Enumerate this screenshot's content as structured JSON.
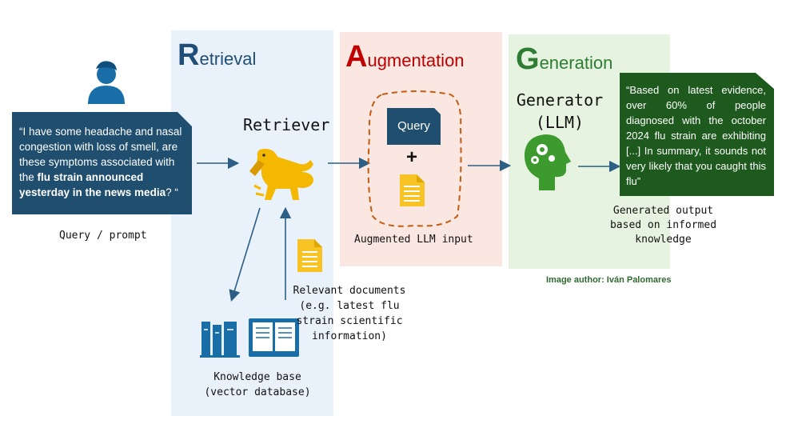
{
  "stages": {
    "retrieval": {
      "initial": "R",
      "rest": "etrieval",
      "color": "#1f4e79",
      "bg": "#e9f1fa"
    },
    "augmentation": {
      "initial": "A",
      "rest": "ugmentation",
      "color": "#c00000",
      "bg": "#fbe7e1"
    },
    "generation": {
      "initial": "G",
      "rest": "eneration",
      "color": "#2e7d32",
      "bg": "#e6f3e0"
    }
  },
  "query_bubble": {
    "text_part1": "“I have some headache and nasal congestion with loss of smell, are these symptoms associated with the ",
    "text_bold": "flu strain announced yesterday in the news media",
    "text_part2": "? “",
    "bg": "#1f4e6e"
  },
  "labels": {
    "query_prompt": "Query / prompt",
    "retriever": "Retriever",
    "knowledge_base_line1": "Knowledge base",
    "knowledge_base_line2": "(vector database)",
    "relevant_docs_line1": "Relevant documents",
    "relevant_docs_line2": "(e.g. latest flu",
    "relevant_docs_line3": "strain scientific",
    "relevant_docs_line4": "information)",
    "query_box": "Query",
    "plus": "+",
    "augmented_input": "Augmented LLM input",
    "generator_line1": "Generator",
    "generator_line2": "(LLM)",
    "generated_line1": "Generated output",
    "generated_line2": "based on informed",
    "generated_line3": "knowledge",
    "author": "Image author: Iván Palomares"
  },
  "output_bubble": {
    "text": "“Based on latest evidence, over 60% of people diagnosed with the october 2024 flu strain are exhibiting [...] In summary, it sounds not very likely that you caught this flu”",
    "bg": "#1e5a1e"
  },
  "colors": {
    "icon_blue": "#1a6ea8",
    "dog_yellow": "#f5b800",
    "arrow": "#2b5f85",
    "doc_yellow": "#f7c325",
    "dashed": "#c55a11",
    "brain_green": "#3d9a2f"
  }
}
